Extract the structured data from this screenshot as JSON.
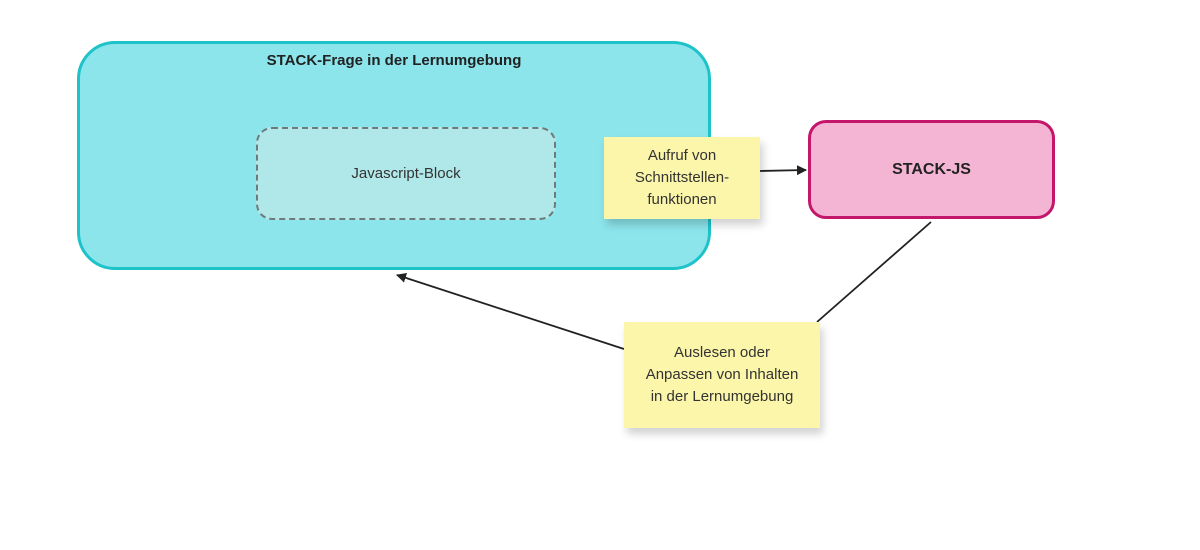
{
  "diagram": {
    "container": {
      "title": "STACK-Frage in der Lernumgebung"
    },
    "js_block": {
      "label": "Javascript-Block"
    },
    "stack_js": {
      "label": "STACK-JS"
    },
    "note_call": {
      "text": "Aufruf von\nSchnittstellen-\nfunktionen"
    },
    "note_read": {
      "text": "Auslesen oder\nAnpassen von Inhalten\nin der Lernumgebung"
    },
    "colors": {
      "container_fill": "#8be5eb",
      "container_border": "#1ec3ca",
      "js_block_fill": "#b0e8ea",
      "stack_js_fill": "#f4b4d4",
      "stack_js_border": "#c4166a",
      "sticky_note": "#fbf6aa",
      "arrow": "#222222"
    }
  }
}
